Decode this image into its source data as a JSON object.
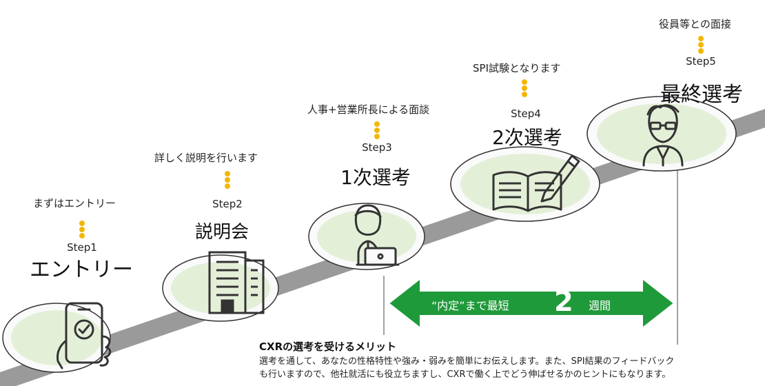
{
  "colors": {
    "road": "#9a9a9a",
    "disc_outer": "#fafafa",
    "disc_inner": "#e4efd8",
    "dot": "#f2b705",
    "arrow": "#1f9a3a",
    "icon": "#333333"
  },
  "steps": [
    {
      "step": "Step1",
      "title": "エントリー",
      "desc": "まずはエントリー",
      "icon": "smartphone-check-icon"
    },
    {
      "step": "Step2",
      "title": "説明会",
      "desc": "詳しく説明を行います",
      "icon": "office-building-icon"
    },
    {
      "step": "Step3",
      "title": "1次選考",
      "desc": "人事+営業所長による面談",
      "icon": "person-laptop-icon"
    },
    {
      "step": "Step4",
      "title": "2次選考",
      "desc": "SPI試験となります",
      "icon": "book-pencil-icon"
    },
    {
      "step": "Step5",
      "title": "最終選考",
      "desc": "役員等との面接",
      "icon": "executive-icon"
    }
  ],
  "arrow": {
    "prefix": "“内定”まで最短",
    "number": "2",
    "suffix": "週間"
  },
  "merit": {
    "title": "CXRの選考を受けるメリット",
    "line1": "選考を通して、あなたの性格特性や強み・弱みを簡単にお伝えします。また、SPI結果のフィードバック",
    "line2": "も行いますので、他社就活にも役立ちますし、CXRで働く上でどう伸ばせるかのヒントにもなります。"
  }
}
